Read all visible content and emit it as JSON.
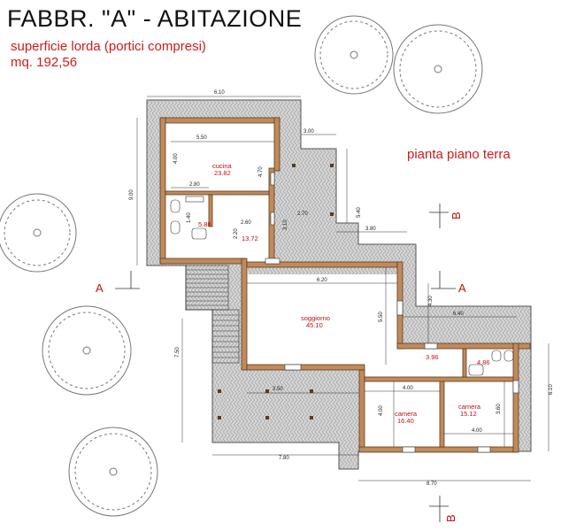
{
  "header": {
    "title": "FABBR. \"A\" - ABITAZIONE",
    "line1": "superficie lorda (portici compresi)",
    "line2": "mq.  192,56"
  },
  "plan_label": "pianta piano terra",
  "rooms": {
    "cucina": {
      "name": "cucina",
      "area": "23.82"
    },
    "bagno1": {
      "area": "5.88"
    },
    "disimpegno1": {
      "area": "13.72"
    },
    "soggiorno": {
      "name": "soggiorno",
      "area": "45.10"
    },
    "disimpegno2": {
      "area": "3.96"
    },
    "bagno2": {
      "area": "4.86"
    },
    "camera1": {
      "name": "camera",
      "area": "16.40"
    },
    "camera2": {
      "name": "camera",
      "area": "15.12"
    }
  },
  "dimensions": {
    "top_width": "6.10",
    "kitchen_width": "5.50",
    "kitchen_depth": "4.00",
    "kitchen_right": "4.70",
    "left_height": "9.00",
    "bath_width": "2.80",
    "entry_width": "2.60",
    "bath_h": "1.40",
    "entry_h": "2.20",
    "porch_top": "3.00",
    "porch_w": "2.70",
    "porch_h1": "3.10",
    "porch_h2": "5.40",
    "porch_w2": "3.80",
    "living_w": "6.20",
    "living_h": "5.50",
    "right_h": "4.30",
    "right_w": "6.40",
    "left_mid_h": "7.50",
    "portico_w": "3.50",
    "bed_w1": "4.00",
    "bed_h1": "4.00",
    "bed_h2": "3.60",
    "bed_w2": "4.00",
    "right_side_h": "6.10",
    "bottom_left": "7.80",
    "bottom_right": "8.70"
  },
  "section_marks": {
    "a": "A",
    "b": "B"
  },
  "colors": {
    "wall": "#c08a5a",
    "wall_outline": "#5a3a20",
    "pavement": "#c8c8c8",
    "accent_red": "#d11a1a"
  }
}
